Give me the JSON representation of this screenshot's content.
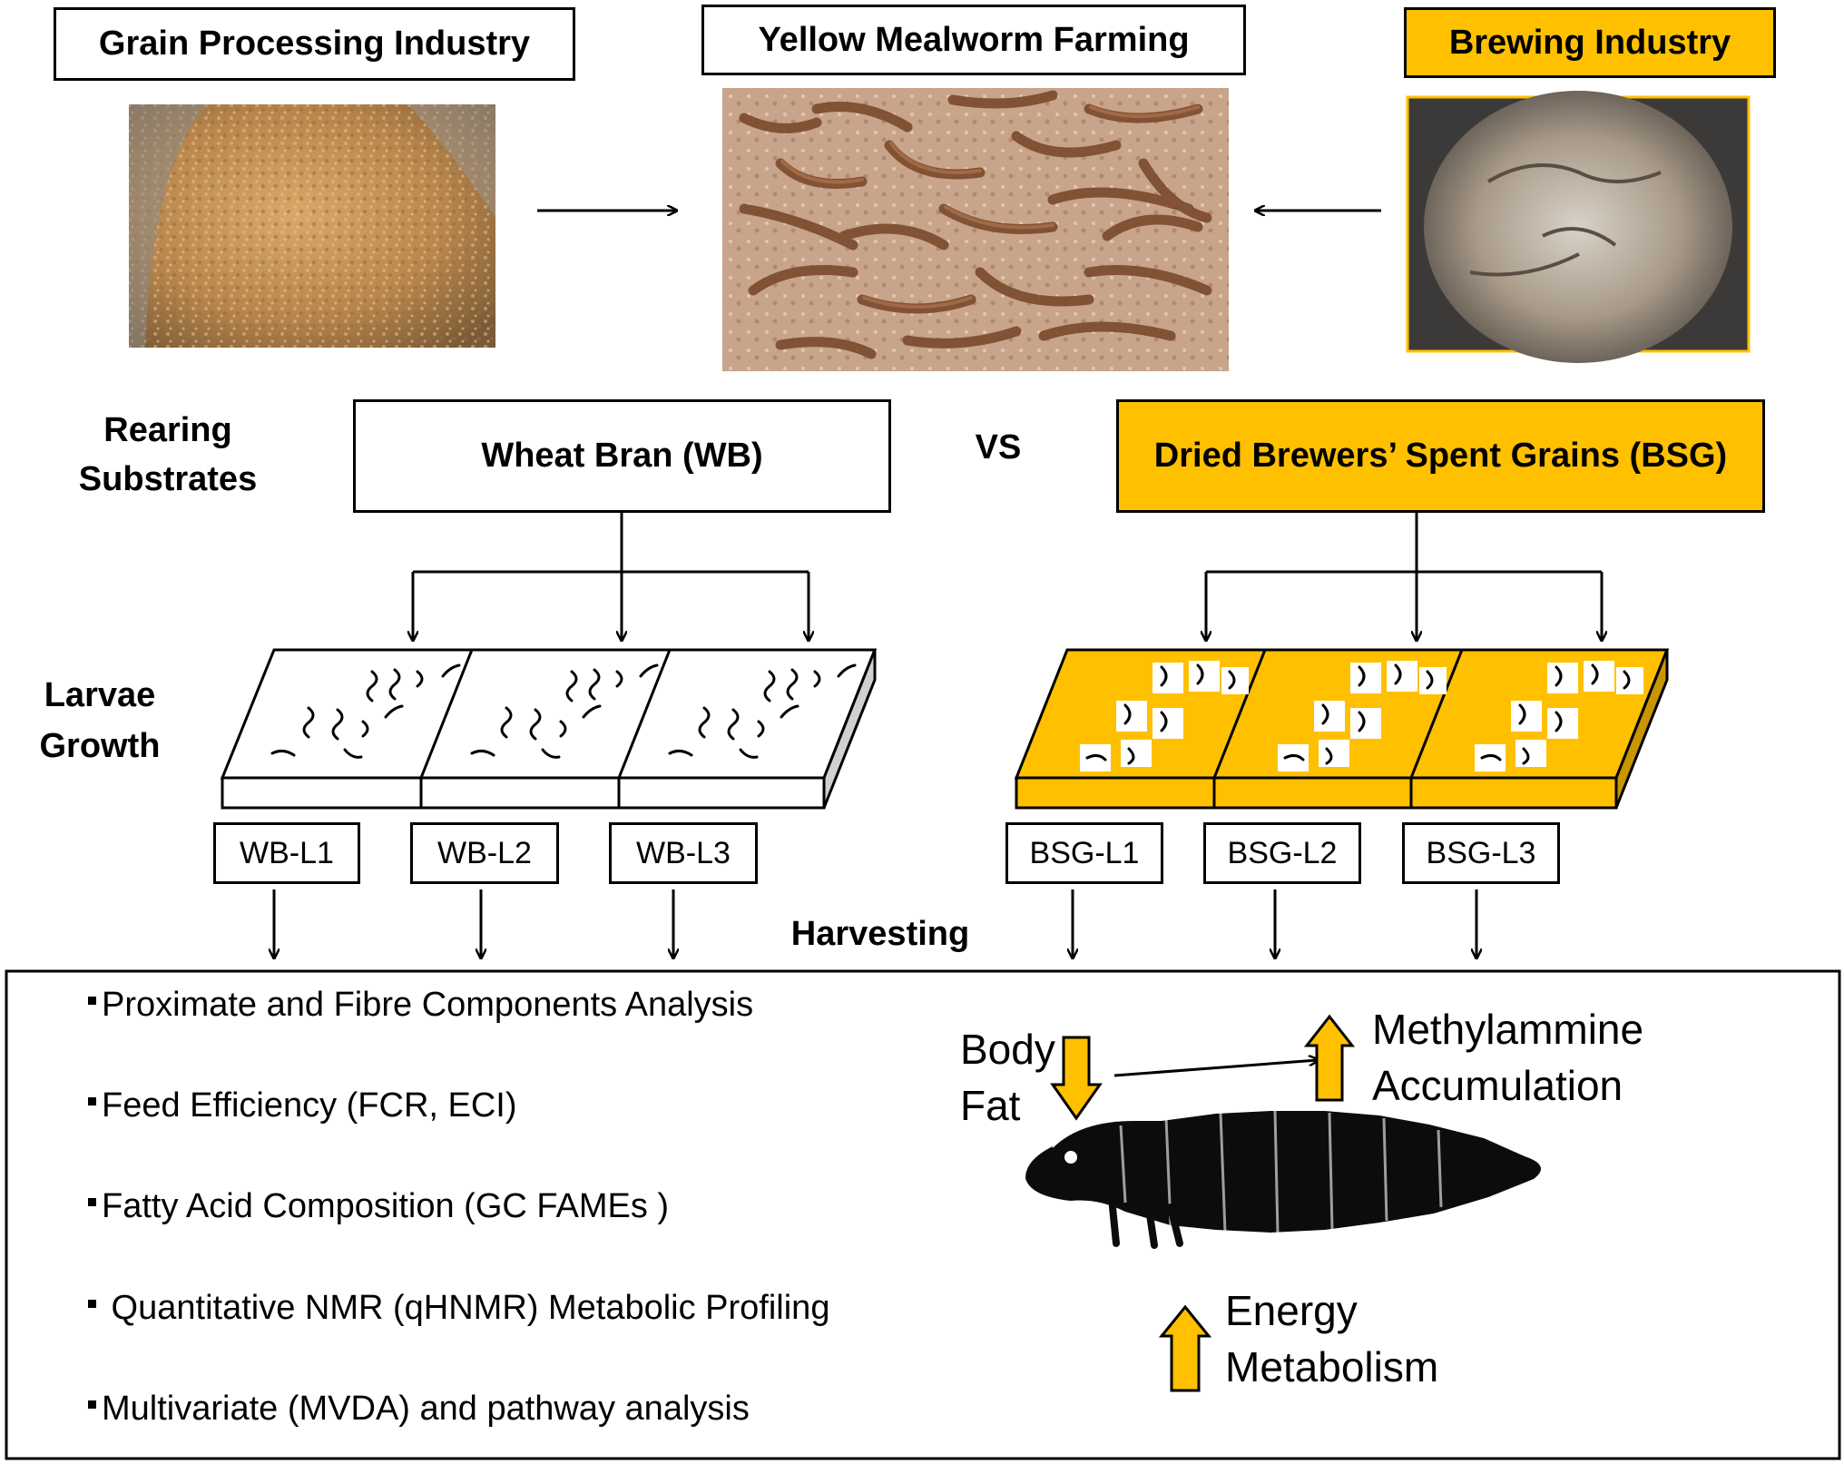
{
  "header": {
    "grain_processing": "Grain Processing Industry",
    "mealworm_farming": "Yellow Mealworm Farming",
    "brewing": "Brewing Industry"
  },
  "substrates": {
    "label_line1": "Rearing",
    "label_line2": "Substrates",
    "wheat_bran": "Wheat Bran (WB)",
    "vs": "VS",
    "bsg": "Dried Brewers’ Spent Grains (BSG)"
  },
  "growth": {
    "label_line1": "Larvae",
    "label_line2": "Growth",
    "wb_trays": [
      "WB-L1",
      "WB-L2",
      "WB-L3"
    ],
    "bsg_trays": [
      "BSG-L1",
      "BSG-L2",
      "BSG-L3"
    ]
  },
  "harvesting": "Harvesting",
  "analyses": [
    "Proximate and Fibre Components  Analysis",
    "Feed Efficiency (FCR, ECI)",
    "Fatty Acid Composition (GC FAMEs )",
    " Quantitative NMR (qHNMR) Metabolic Profiling",
    "Multivariate (MVDA) and pathway analysis"
  ],
  "results": {
    "body_fat_line1": "Body",
    "body_fat_line2": "Fat",
    "methylamine_line1": "Methylammine",
    "methylamine_line2": "Accumulation",
    "energy_line1": "Energy",
    "energy_line2": "Metabolism"
  },
  "colors": {
    "accent": "#FFC000",
    "grain_photo": "#b88a50",
    "worm_photo": "#8a6a50",
    "brew_photo": "#7a6e60"
  },
  "icons": [
    "arrow-right-icon",
    "arrow-left-icon",
    "arrow-up-icon",
    "arrow-down-icon",
    "larva-icon",
    "tray-icon"
  ]
}
